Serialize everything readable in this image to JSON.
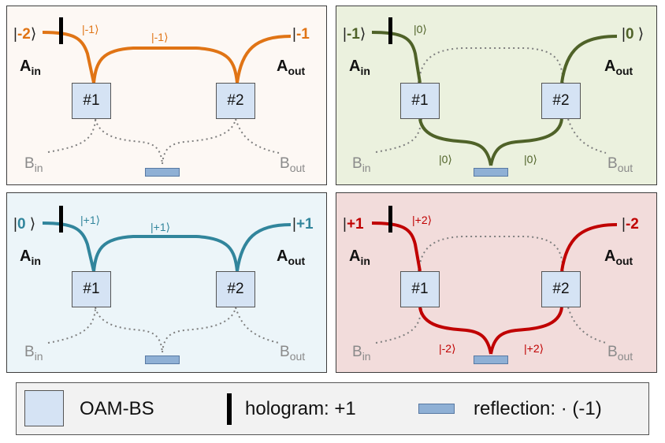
{
  "colors": {
    "orange": "#e07415",
    "olive": "#4f6228",
    "teal": "#31859c",
    "red": "#c00000",
    "dotted": "#7f7f7f",
    "box_fill": "#d5e3f4",
    "mirror_fill": "#8fb0d5"
  },
  "panels": [
    {
      "id": "top-left",
      "background": "#fdf8f4",
      "in_ket": "-2",
      "out_ket": "-1",
      "holo_ket": "|-1⟩",
      "top_ket": "|-1⟩",
      "bottom_left_ket": "",
      "bottom_right_ket": "",
      "bs1": "#1",
      "bs2": "#2",
      "a_in": "A",
      "a_in_sub": "in",
      "a_out": "A",
      "a_out_sub": "out",
      "b_in": "B",
      "b_in_sub": "in",
      "b_out": "B",
      "b_out_sub": "out"
    },
    {
      "id": "top-right",
      "background": "#ebf1de",
      "in_ket": "-1",
      "out_ket": "0",
      "holo_ket": "|0⟩",
      "top_ket": "",
      "bottom_left_ket": "|0⟩",
      "bottom_right_ket": "|0⟩",
      "bs1": "#1",
      "bs2": "#2",
      "a_in": "A",
      "a_in_sub": "in",
      "a_out": "A",
      "a_out_sub": "out",
      "b_in": "B",
      "b_in_sub": "in",
      "b_out": "B",
      "b_out_sub": "out"
    },
    {
      "id": "bottom-left",
      "background": "#ecf5f9",
      "in_ket": "0",
      "out_ket": "+1",
      "holo_ket": "|+1⟩",
      "top_ket": "|+1⟩",
      "bottom_left_ket": "",
      "bottom_right_ket": "",
      "bs1": "#1",
      "bs2": "#2",
      "a_in": "A",
      "a_in_sub": "in",
      "a_out": "A",
      "a_out_sub": "out",
      "b_in": "B",
      "b_in_sub": "in",
      "b_out": "B",
      "b_out_sub": "out"
    },
    {
      "id": "bottom-right",
      "background": "#f2dcdb",
      "in_ket": "+1",
      "out_ket": "-2",
      "holo_ket": "|+2⟩",
      "top_ket": "",
      "bottom_left_ket": "|-2⟩",
      "bottom_right_ket": "|+2⟩",
      "bs1": "#1",
      "bs2": "#2",
      "a_in": "A",
      "a_in_sub": "in",
      "a_out": "A",
      "a_out_sub": "out",
      "b_in": "B",
      "b_in_sub": "in",
      "b_out": "B",
      "b_out_sub": "out"
    }
  ],
  "legend": {
    "bs_label": "OAM-BS",
    "hologram_label": "hologram: +1",
    "reflection_label": "reflection: · (-1)"
  }
}
